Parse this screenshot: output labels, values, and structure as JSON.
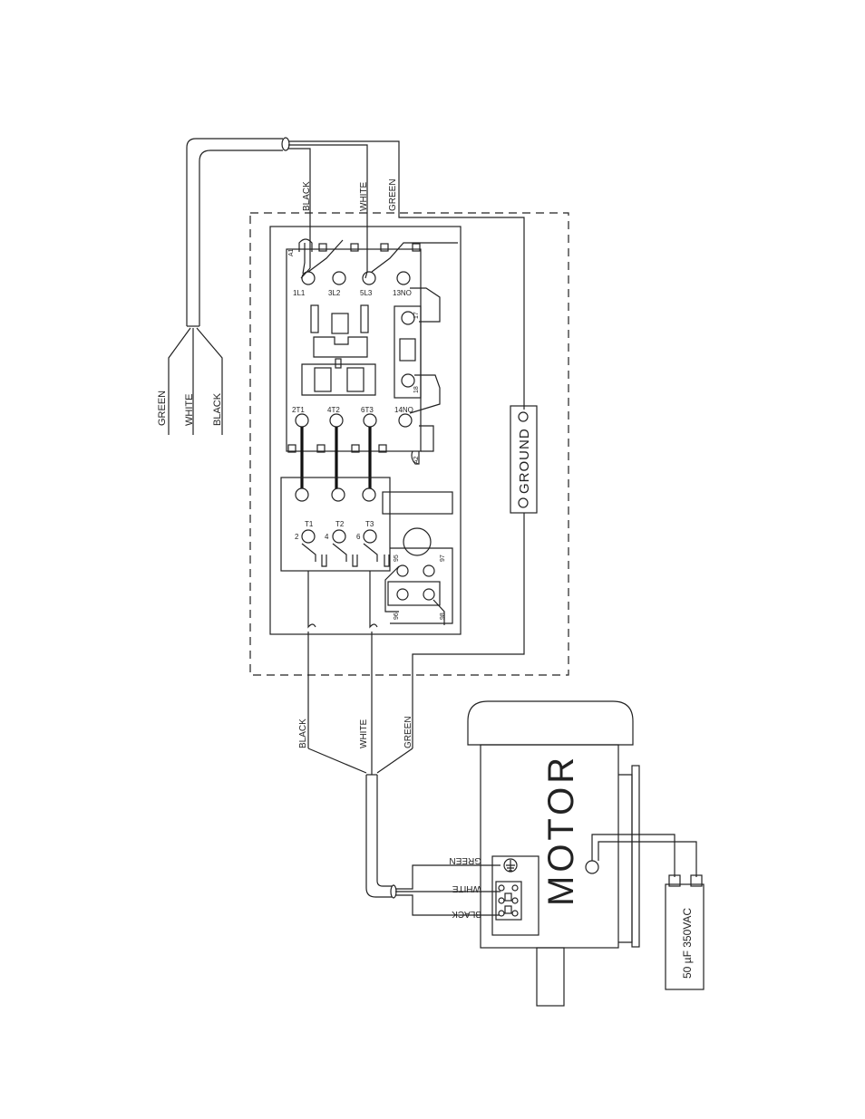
{
  "wire_colors": {
    "green": "GREEN",
    "white": "WHITE",
    "black": "BLACK"
  },
  "contactor": {
    "coil_a1": "A1",
    "coil_a2": "A2",
    "line_terminals": [
      "1L1",
      "3L2",
      "5L3",
      "13NO"
    ],
    "load_terminals": [
      "2T1",
      "4T2",
      "6T3",
      "14NO"
    ],
    "aux_terminals": [
      "17",
      "18"
    ]
  },
  "overload_relay": {
    "top_labels": [
      "T1",
      "T2",
      "T3"
    ],
    "side_labels": [
      "2",
      "4",
      "6"
    ],
    "contact_labels": [
      "95",
      "97",
      "96",
      "98"
    ]
  },
  "ground_block": {
    "label": "GROUND"
  },
  "motor": {
    "label": "MOTOR"
  },
  "capacitor": {
    "label": "50 µF 350VAC"
  },
  "colors": {
    "line": "#222222",
    "background": "#ffffff"
  }
}
